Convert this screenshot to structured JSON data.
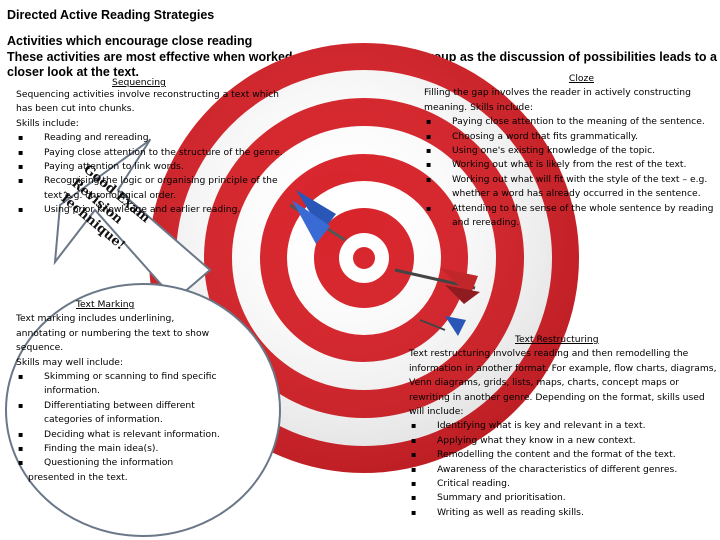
{
  "header": {
    "title": "Directed Active Reading Strategies",
    "subtitle": "Activities which encourage close reading",
    "intro": "These activities are most effective when worked on by a pair or small group as the discussion of possibilities leads to a closer look at the text."
  },
  "sequencing": {
    "heading": "Sequencing",
    "intro": "Sequencing activities involve reconstructing a text which has been cut into chunks.",
    "skills_label": "Skills include:",
    "items": [
      "Reading and rereading.",
      "Paying close attention to the structure of the genre.",
      "Paying attention to link words.",
      "Recognising the logic or organising principle of the text e.g. chronological order.",
      "Using prior knowledge and earlier reading."
    ]
  },
  "stamp": {
    "lines": [
      "Good Exam",
      "Revision",
      "Technique!"
    ]
  },
  "cloze": {
    "heading": "Cloze",
    "intro": "Filling the gap involves the reader in actively constructing meaning.  Skills include:",
    "items": [
      "Paying close attention to the meaning of the sentence.",
      "Choosing a word that fits grammatically.",
      "Using one's existing knowledge of the topic.",
      "Working out what is likely from the rest of the text.",
      "Working out what will fit with the style of the text – e.g. whether a word has already occurred in the sentence.",
      "Attending to the sense of the whole sentence by reading and rereading."
    ]
  },
  "marking": {
    "heading": "Text Marking",
    "intro": "Text marking includes underlining, annotating or numbering the text to show sequence.",
    "skills_label": "Skills may well include:",
    "items": [
      "Skimming or scanning to find specific information.",
      "Differentiating between different categories of information.",
      "Deciding what is relevant information.",
      "Finding the main idea(s).",
      "Questioning the information"
    ],
    "ending": "presented in the text."
  },
  "restructuring": {
    "heading": "Text Restructuring",
    "intro": "Text restructuring involves reading and then remodelling the information in another format. For example, flow charts, diagrams, Venn diagrams, grids, lists, maps, charts, concept maps or rewriting in another genre. Depending on the format, skills used will include:",
    "items": [
      "Identifying what is key and relevant in a text.",
      "Applying what they know in a new context.",
      "Remodelling the content and the format of the text.",
      "Awareness of the characteristics of different genres.",
      "Critical reading.",
      "Summary and prioritisation.",
      "Writing as well as reading skills."
    ]
  },
  "colors": {
    "target_red": "#d8232a",
    "target_white": "#ffffff",
    "dart_blue": "#2a56b8",
    "dart_red": "#c0262a"
  }
}
